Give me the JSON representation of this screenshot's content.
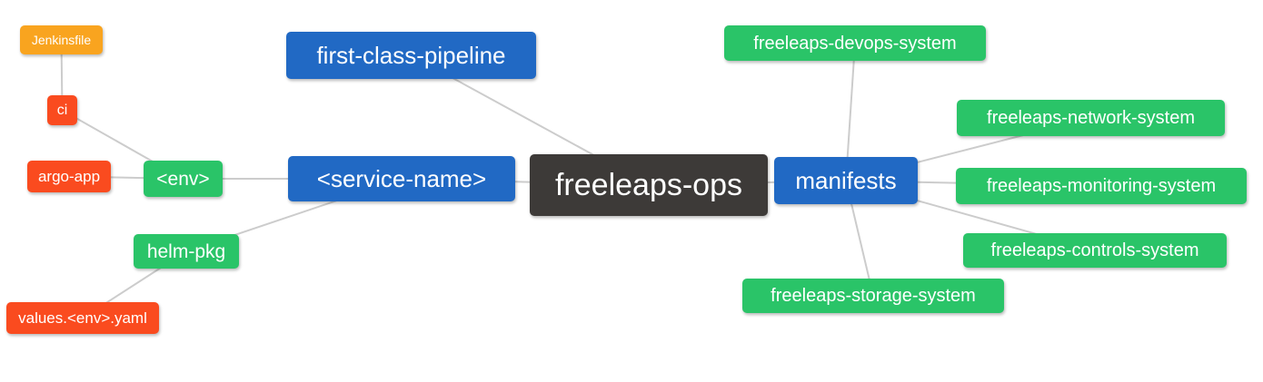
{
  "diagram": {
    "type": "mindmap",
    "root_label": "freeleaps-ops"
  },
  "colors": {
    "root_node": "#3d3a38",
    "primary_branch": "#2169c4",
    "secondary_branch": "#2ac468",
    "leaf_red": "#fa4b1f",
    "leaf_amber": "#f9a41f",
    "edge": "#cccccc",
    "node_text": "#ffffff",
    "background": "#ffffff"
  },
  "nodes": {
    "freeleaps_ops": {
      "label": "freeleaps-ops",
      "color": "dark",
      "parent": null
    },
    "first_class_pipeline": {
      "label": "first-class-pipeline",
      "color": "blue",
      "parent": "freeleaps_ops"
    },
    "service_name": {
      "label": "<service-name>",
      "color": "blue",
      "parent": "freeleaps_ops"
    },
    "manifests": {
      "label": "manifests",
      "color": "blue",
      "parent": "freeleaps_ops"
    },
    "env": {
      "label": "<env>",
      "color": "green",
      "parent": "service_name"
    },
    "helm_pkg": {
      "label": "helm-pkg",
      "color": "green",
      "parent": "service_name"
    },
    "ci": {
      "label": "ci",
      "color": "red",
      "parent": "env"
    },
    "argo_app": {
      "label": "argo-app",
      "color": "red",
      "parent": "env"
    },
    "jenkinsfile": {
      "label": "Jenkinsfile",
      "color": "amber",
      "parent": "ci"
    },
    "values_env_yaml": {
      "label": "values.<env>.yaml",
      "color": "red",
      "parent": "helm_pkg"
    },
    "devops_system": {
      "label": "freeleaps-devops-system",
      "color": "green",
      "parent": "manifests"
    },
    "network_system": {
      "label": "freeleaps-network-system",
      "color": "green",
      "parent": "manifests"
    },
    "monitoring_system": {
      "label": "freeleaps-monitoring-system",
      "color": "green",
      "parent": "manifests"
    },
    "controls_system": {
      "label": "freeleaps-controls-system",
      "color": "green",
      "parent": "manifests"
    },
    "storage_system": {
      "label": "freeleaps-storage-system",
      "color": "green",
      "parent": "manifests"
    }
  },
  "edges": [
    [
      "ci",
      "jenkinsfile"
    ],
    [
      "env",
      "ci"
    ],
    [
      "env",
      "argo_app"
    ],
    [
      "service_name",
      "env"
    ],
    [
      "service_name",
      "helm_pkg"
    ],
    [
      "helm_pkg",
      "values_env_yaml"
    ],
    [
      "freeleaps_ops",
      "first_class_pipeline"
    ],
    [
      "freeleaps_ops",
      "service_name"
    ],
    [
      "freeleaps_ops",
      "manifests"
    ],
    [
      "manifests",
      "devops_system"
    ],
    [
      "manifests",
      "network_system"
    ],
    [
      "manifests",
      "monitoring_system"
    ],
    [
      "manifests",
      "controls_system"
    ],
    [
      "manifests",
      "storage_system"
    ]
  ]
}
